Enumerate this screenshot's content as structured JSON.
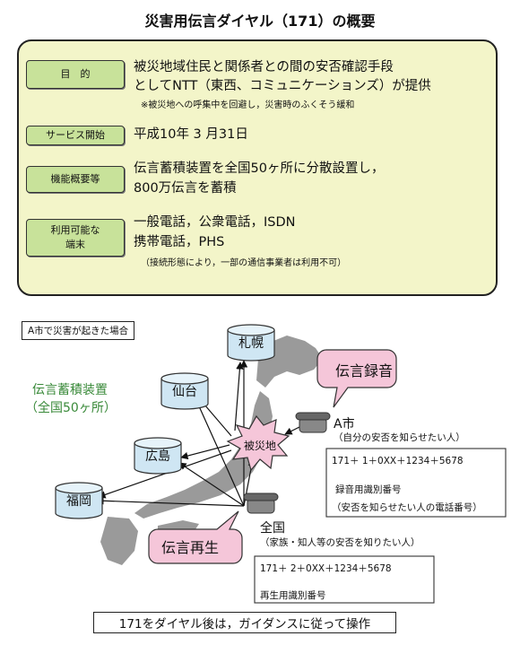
{
  "title": "災害用伝言ダイヤル（171）の概要",
  "overview": {
    "purpose_label": "目　的",
    "purpose_line1": "被災地域住民と関係者との間の安否確認手段",
    "purpose_line2": "としてNTT（東西、コミュニケーションズ）が提供",
    "purpose_note": "※被災地への呼集中を回避し，災害時のふくそう緩和",
    "start_label": "サービス開始",
    "start_value": "平成10年 3 月31日",
    "function_label": "機能概要等",
    "function_line1": "伝言蓄積装置を全国50ヶ所に分散設置し，",
    "function_line2": "800万伝言を蓄積",
    "terminal_label": "利用可能な\n端末",
    "terminal_line1": "一般電話，公衆電話，ISDN",
    "terminal_line2": "携帯電話，PHS",
    "terminal_note": "（接続形態により，一部の通信事業者は利用不可）"
  },
  "diagram": {
    "scenario": "A市で災害が起きた場合",
    "storage_line1": "伝言蓄積装置",
    "storage_line2": "（全国50ヶ所）",
    "cities": {
      "sapporo": "札幌",
      "sendai": "仙台",
      "hiroshima": "広島",
      "fukuoka": "福岡"
    },
    "disaster_area": "被災地",
    "record_bubble": "伝言録音",
    "playback_bubble": "伝言再生",
    "city_a": "A市",
    "city_a_sub": "（自分の安否を知らせたい人）",
    "record_number": "171＋ 1＋0XX＋1234＋5678",
    "record_code_label": "録音用識別番号",
    "record_phone_label": "（安否を知らせたい人の電話番号）",
    "nationwide": "全国",
    "nationwide_sub": "（家族・知人等の安否を知りたい人）",
    "play_number": "171＋ 2＋0XX＋1234＋5678",
    "play_code_label": "再生用識別番号"
  },
  "caption": "171をダイヤル後は，ガイダンスに従って操作",
  "colors": {
    "panel_bg": "#f3f5c9",
    "label_bg": "#c8e29a",
    "bubble_pink": "#f5c6d9",
    "storage_text": "#3a8a3a",
    "map_gray": "#9a9a9a"
  }
}
